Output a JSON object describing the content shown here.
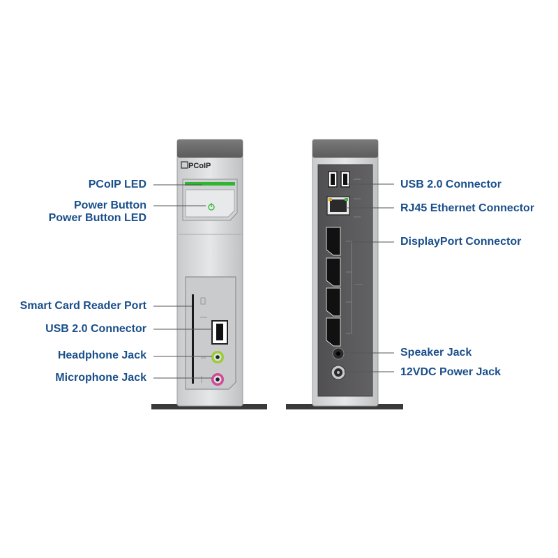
{
  "brand": {
    "logo_text": "PCoIP"
  },
  "colors": {
    "label_text": "#1a4f8b",
    "body_light": "#d4d6d8",
    "cap_dark": "#6e6e6e",
    "panel_dark": "#5a5a5c",
    "led_green": "#2fb52f",
    "headphone_ring": "#9acd32",
    "mic_ring": "#d14a9a",
    "base": "#3a3a3a"
  },
  "front_labels": {
    "pcoip_led": "PCoIP LED",
    "power_button": "Power Button",
    "power_button_led": "Power Button LED",
    "smart_card": "Smart Card Reader Port",
    "usb": "USB 2.0 Connector",
    "headphone": "Headphone Jack",
    "microphone": "Microphone Jack"
  },
  "rear_labels": {
    "usb": "USB 2.0 Connector",
    "rj45": "RJ45 Ethernet Connector",
    "displayport": "DisplayPort Connector",
    "speaker": "Speaker Jack",
    "power": "12VDC Power Jack"
  }
}
